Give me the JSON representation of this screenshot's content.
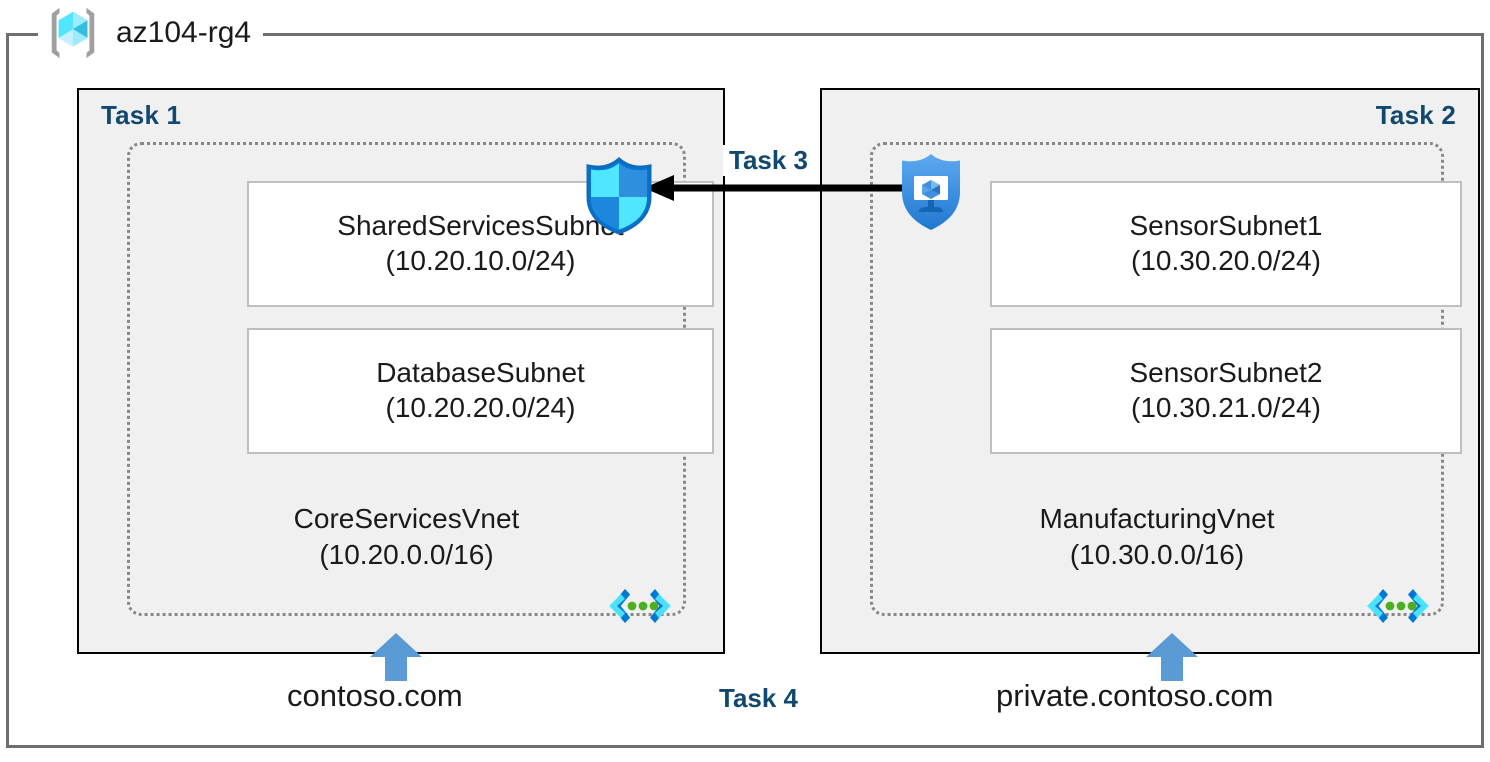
{
  "resource_group": {
    "name": "az104-rg4",
    "icon": "azure-resource-group-icon"
  },
  "panels": [
    {
      "task_label": "Task 1",
      "vnet": {
        "name": "CoreServicesVnet",
        "cidr": "(10.20.0.0/16)",
        "icon": "virtual-network-icon"
      },
      "subnets": [
        {
          "name": "SharedServicesSubnet",
          "cidr": "(10.20.10.0/24)"
        },
        {
          "name": "DatabaseSubnet",
          "cidr": "(10.20.20.0/24)"
        }
      ],
      "dns_zone": "contoso.com"
    },
    {
      "task_label": "Task 2",
      "vnet": {
        "name": "ManufacturingVnet",
        "cidr": "(10.30.0.0/16)",
        "icon": "virtual-network-icon"
      },
      "subnets": [
        {
          "name": "SensorSubnet1",
          "cidr": "(10.30.20.0/24)"
        },
        {
          "name": "SensorSubnet2",
          "cidr": "(10.30.21.0/24)"
        }
      ],
      "dns_zone": "private.contoso.com"
    }
  ],
  "connector": {
    "task_label": "Task 3",
    "direction": "right-to-left",
    "source_icon": "vm-shield-icon",
    "target_icon": "network-security-group-shield-icon"
  },
  "dns_section": {
    "task_label": "Task 4",
    "arrow_icon": "up-arrow-icon"
  },
  "colors": {
    "task_label": "#11486f",
    "panel_fill": "#f0f0f0",
    "panel_border": "#000000",
    "vnet_border": "#878787",
    "subnet_border": "#bfbfbf",
    "frame_border": "#6e6e6e",
    "arrow_blue": "#5b9bd5",
    "azure_cyan": "#50e6ff",
    "azure_blue": "#0078d4"
  }
}
